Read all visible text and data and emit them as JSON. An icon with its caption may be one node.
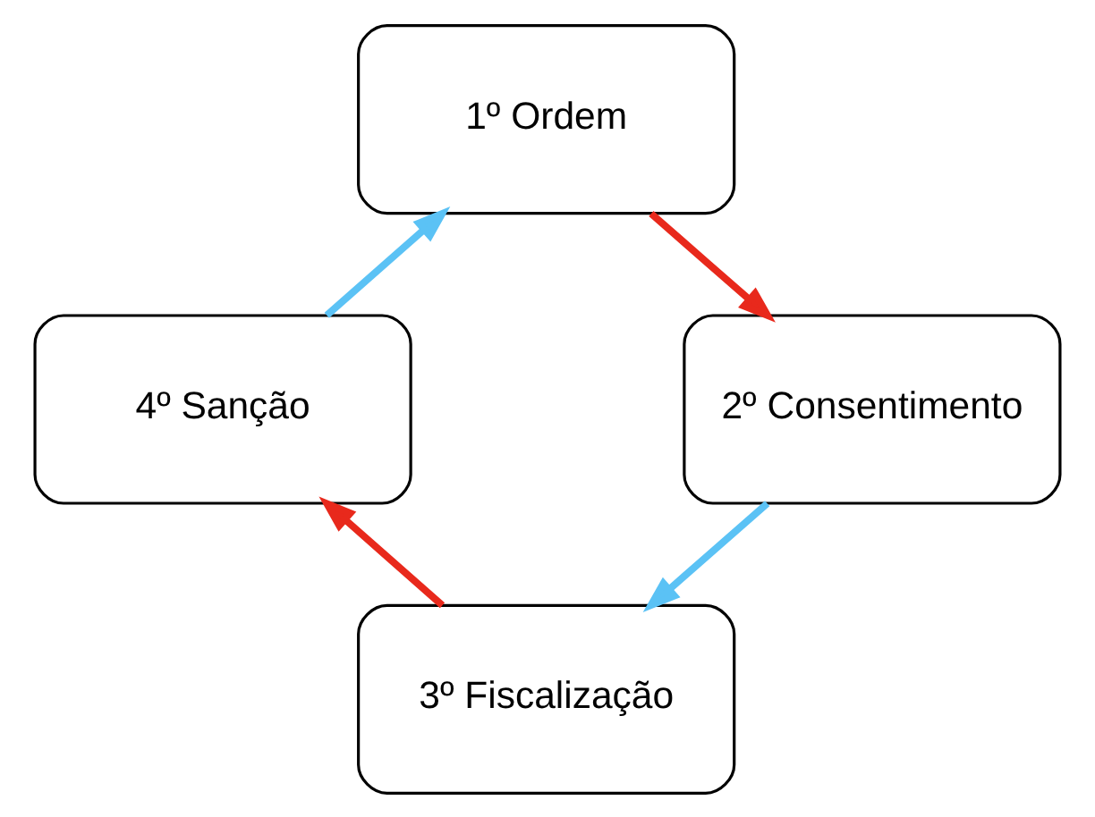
{
  "diagram": {
    "nodes": [
      {
        "text": [
          "1º Ordem"
        ]
      },
      {
        "text": [
          "2º Consentimento"
        ]
      },
      {
        "text": [
          "3º Fiscalização"
        ]
      },
      {
        "text": [
          "4º Sanção"
        ]
      }
    ],
    "edges": [
      {
        "from": 0,
        "to": 1,
        "arrow": "to",
        "color": "#e8291c"
      },
      {
        "from": 1,
        "to": 2,
        "arrow": "to",
        "color": "#5bc2f5"
      },
      {
        "from": 2,
        "to": 3,
        "arrow": "to",
        "color": "#e8291c"
      },
      {
        "from": 3,
        "to": 0,
        "arrow": "to",
        "color": "#5bc2f5"
      }
    ]
  }
}
